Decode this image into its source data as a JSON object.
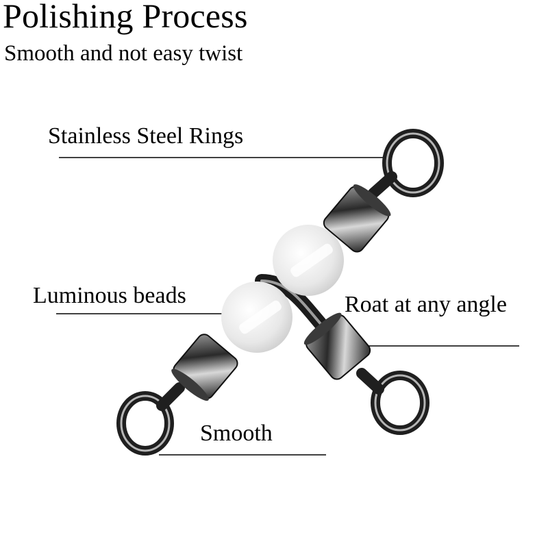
{
  "header": {
    "title": "Polishing Process",
    "subtitle": "Smooth and not easy twist"
  },
  "callouts": {
    "rings": "Stainless Steel Rings",
    "beads": "Luminous beads",
    "angle": "Roat at any angle",
    "smooth": "Smooth"
  },
  "product": {
    "illustration": "three-way-rolling-swivel",
    "metal_color": "#2a2a2a",
    "bead_color": "#e6e6e6"
  }
}
